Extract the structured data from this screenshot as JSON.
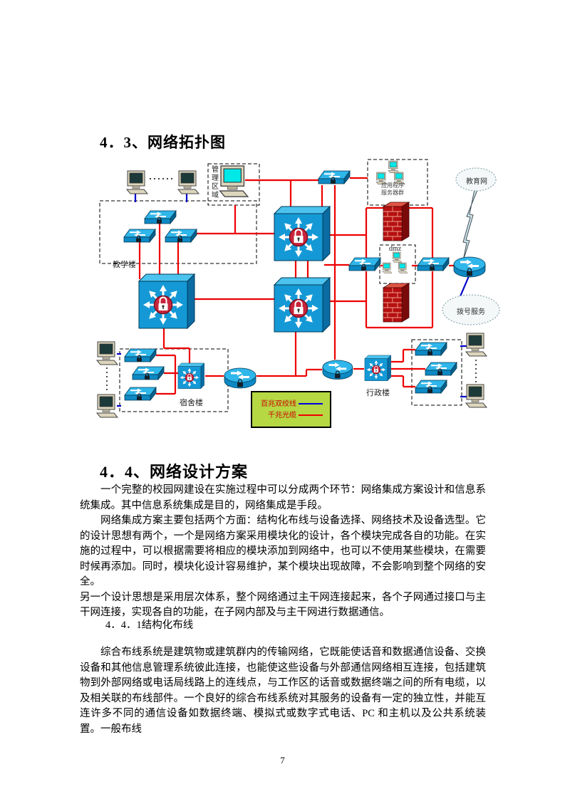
{
  "document": {
    "section_43_title": "4．3、网络拓扑图",
    "section_44_title": "4．4、网络设计方案",
    "section_441_title": "4．4．1结构化布线",
    "paragraph_1": "一个完整的校园网建设在实施过程中可以分成两个环节：网络集成方案设计和信息系统集成。其中信息系统集成是目的，网络集成是手段。",
    "paragraph_2": "网络集成方案主要包括两个方面：结构化布线与设备选择、网络技术及设备选型。它的设计思想有两个，一个是网络方案采用模块化的设计，各个模块完成各自的功能。在实施的过程中，可以根据需要将相应的模块添加到网络中，也可以不使用某些模块，在需要时候再添加。同时，模块化设计容易维护，某个模块出现故障，不会影响到整个网络的安全。",
    "paragraph_3": "另一个设计思想是采用层次体系，整个网络通过主干网连接起来，各个子网通过接口与主干网连接，实现各自的功能，在子网内部及与主干网进行数据通信。",
    "paragraph_4": "综合布线系统是建筑物或建筑群内的传输网络，它既能使话音和数据通信设备、交换设备和其他信息管理系统彼此连接，也能使这些设备与外部通信网络相互连接，包括建筑物到外部网络或电话局线路上的连线点，与工作区的话音或数据终端之间的所有电缆，以及相关联的布线部件。一个良好的综合布线系统对其服务的设备有一定的独立性，并能互连许多不同的通信设备如数据终端、模拟式或数字式电话、PC 和主机以及公共系统装置。一般布线",
    "page_number": "7"
  },
  "topology": {
    "labels": {
      "management_area": "管理区域",
      "app_server_group_line1": "应用程序",
      "app_server_group_line2": "服务器群",
      "education_network_cloud": "教育网",
      "dialup_service_cloud": "拨号服务",
      "dmz": "dmz",
      "teaching_building": "教学楼",
      "dormitory_building": "宿舍楼",
      "administration_building": "行政楼"
    },
    "legend": {
      "row1_label": "百兆双绞线",
      "row1_color": "#0000dd",
      "row2_label": "千兆光缆",
      "row2_color": "#ee0000",
      "background": "#b5d843"
    },
    "colors": {
      "backbone_link": "#ee0000",
      "access_link": "#0000cc",
      "device_fill": "#19a6e0",
      "firewall": "#b51010"
    }
  }
}
